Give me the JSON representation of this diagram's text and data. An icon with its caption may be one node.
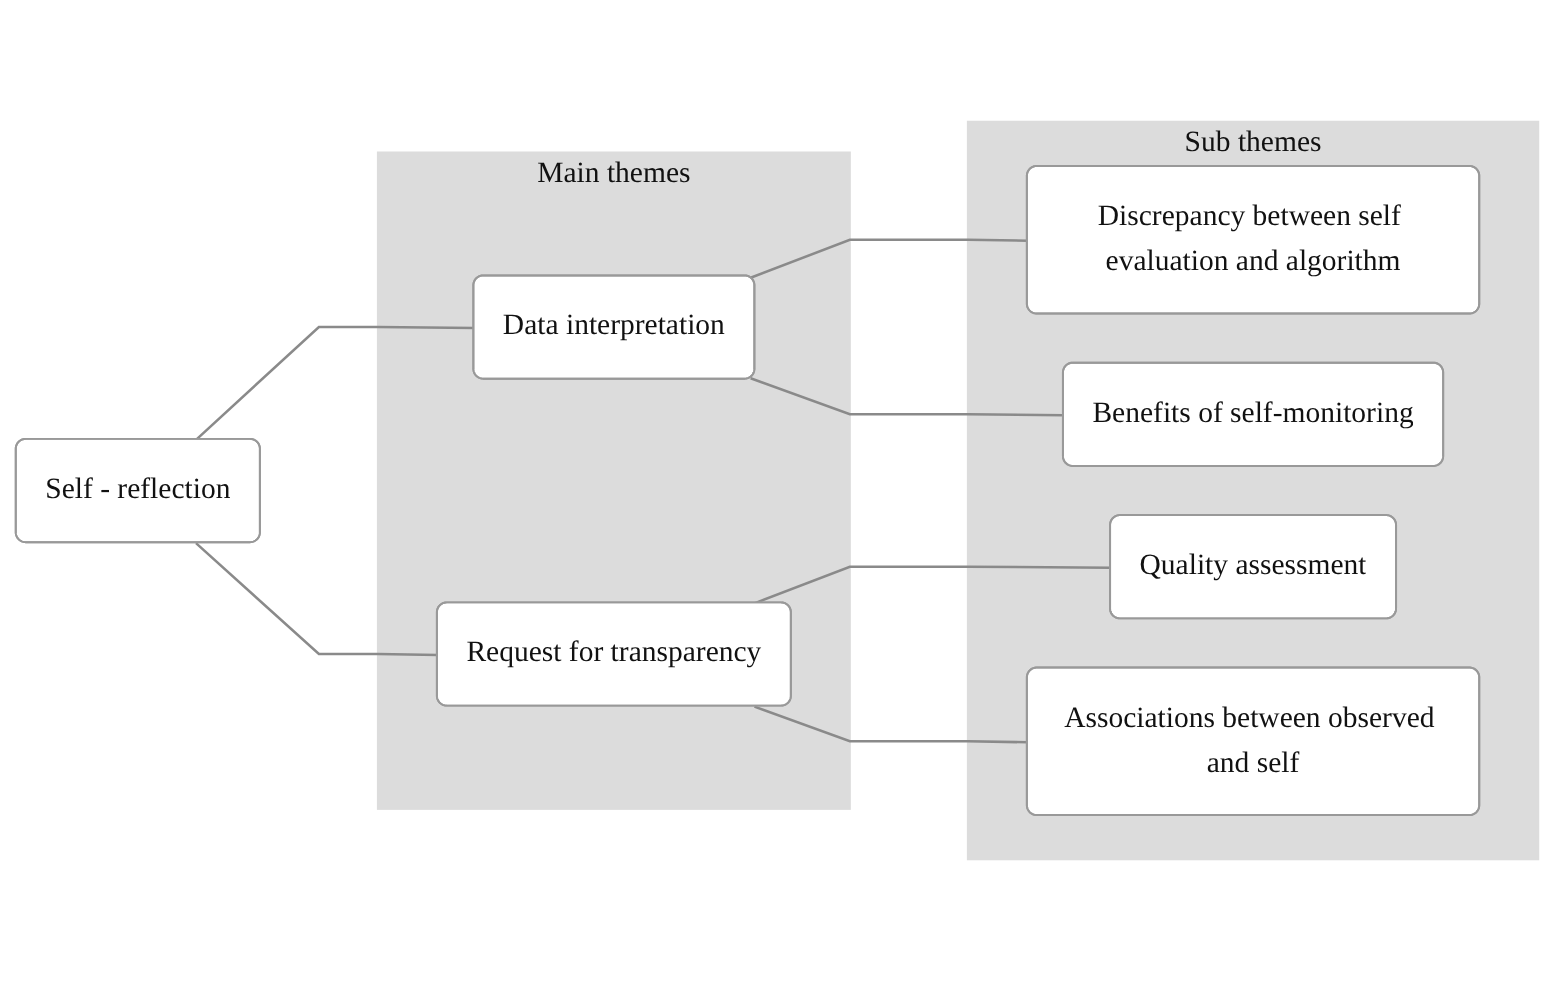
{
  "diagram": {
    "nodes": [
      {
        "text": [
          "Self - reflection"
        ]
      },
      {
        "text": [
          "Main themes"
        ]
      },
      {
        "text": [
          "Data interpretation"
        ],
        "in": 1
      },
      {
        "text": [
          "Request for transparency"
        ],
        "in": 1
      },
      {
        "text": [
          "Sub themes"
        ]
      },
      {
        "text": [
          "Discrepancy between self evaluation and algorithm"
        ],
        "in": 4
      },
      {
        "text": [
          "Benefits of self-monitoring"
        ],
        "in": 4
      },
      {
        "text": [
          "Quality assessment"
        ],
        "in": 4
      },
      {
        "text": [
          "Associations between observed and self"
        ],
        "in": 4
      }
    ],
    "edges": [
      {
        "from": 0,
        "to": 2,
        "arrow": "none"
      },
      {
        "from": 0,
        "to": 3,
        "arrow": "none"
      },
      {
        "from": 2,
        "to": 5,
        "arrow": "none"
      },
      {
        "from": 2,
        "to": 6,
        "arrow": "none"
      },
      {
        "from": 3,
        "to": 7,
        "arrow": "none"
      },
      {
        "from": 3,
        "to": 8,
        "arrow": "none"
      }
    ]
  }
}
